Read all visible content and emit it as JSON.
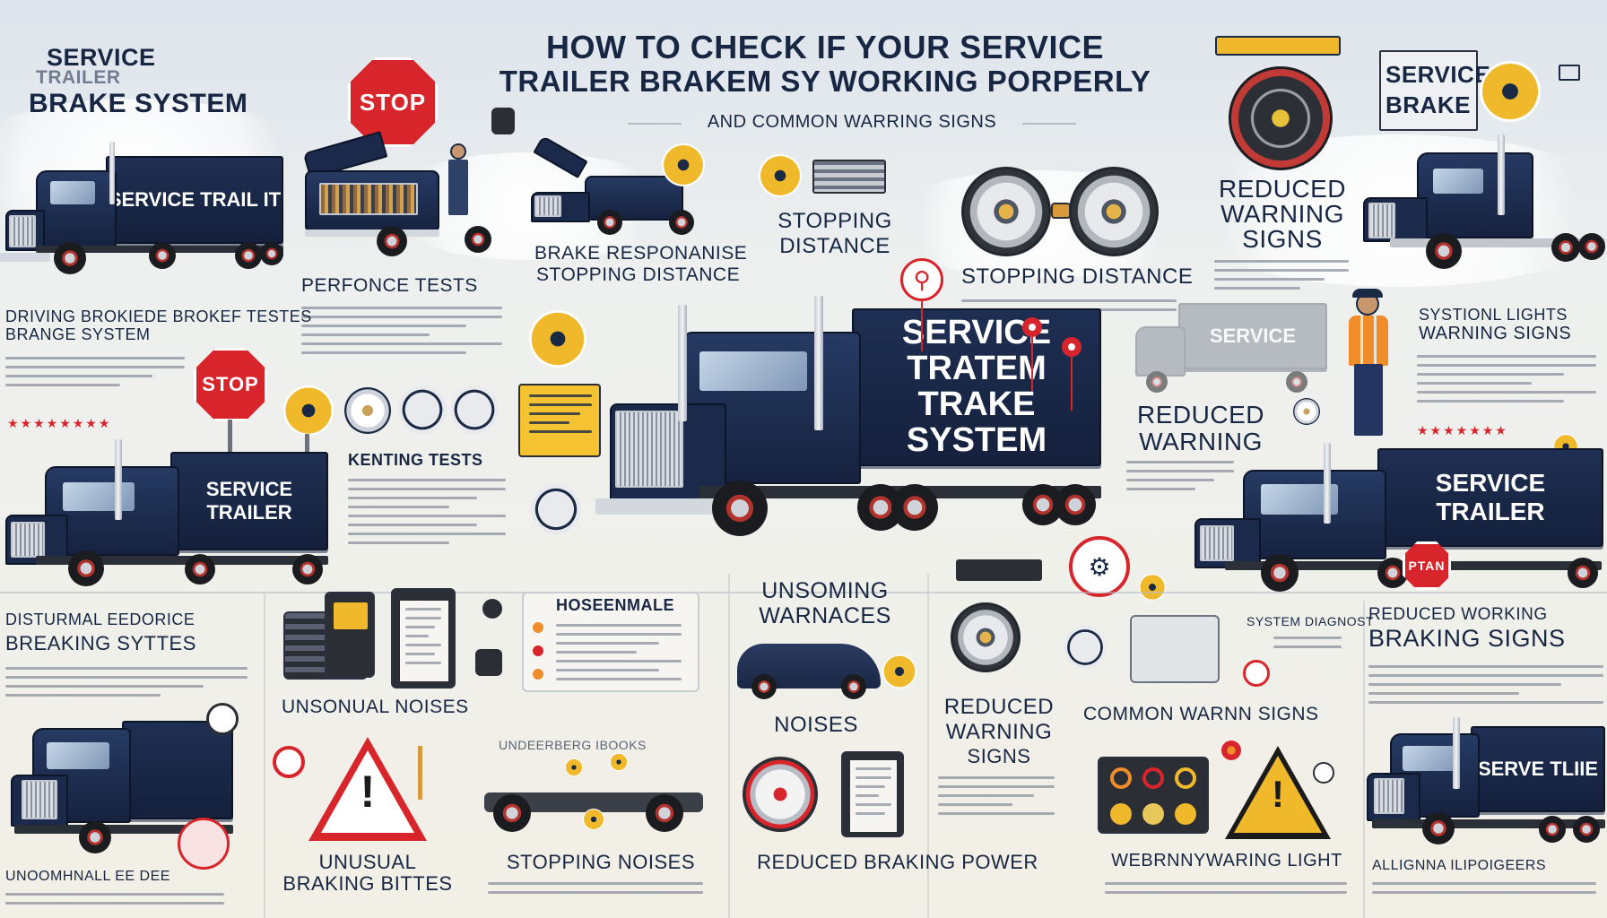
{
  "header": {
    "title_line1": "HOW TO CHECK IF YOUR SERVICE",
    "title_line2": "TRAILER BRAKEM SY WORKING PORPERLY",
    "subtitle": "AND COMMON WARRING SIGNS"
  },
  "top_left": {
    "line1": "SERVICE",
    "line2": "TRAILER",
    "line3": "BRAKE SYSTEM"
  },
  "top_right": {
    "line1": "SERVICE",
    "line2": "BRAKE"
  },
  "signs": {
    "stop": "STOP",
    "stop_small": "STOP",
    "ptan": "PTAN"
  },
  "trucks": {
    "t1": "SERVICE TRAIL IT",
    "t2_line1": "SERVICE TRATEM",
    "t2_line2": "TRAKE SYSTEM",
    "t3": "SERVICE TRAILER",
    "t4": "SERVICE TRAILER",
    "t5": "SERVE TLIIE",
    "ghost": "SERVICE"
  },
  "labels": {
    "perfonce_tests": "PERFONCE TESTS",
    "brake_responanise": "BRAKE RESPONANISE",
    "stopping_distance_a": "STOPPING DISTANCE",
    "stopping_line1": "STOPPING",
    "stopping_line2": "DISTANCE",
    "stopping_distance_b": "STOPPING DISTANCE",
    "reduced_line1": "REDUCED",
    "reduced_line2": "WARNING",
    "reduced_line3": "SIGNS",
    "left_tests_line1": "DRIVING BROKIEDE BROKEF TESTES",
    "left_tests_line2": "BRANGE SYSTEM",
    "kenting_tests": "KENTING TESTS",
    "systionl_line1": "SYSTIONL LIGHTS",
    "systionl_line2": "WARNING SIGNS",
    "reduced_mid_line1": "REDUCED",
    "reduced_mid_line2": "WARNING",
    "left_breaking_line1": "DISTURMAL EEDORICE",
    "left_breaking_line2": "BREAKING SYTTES",
    "unsonual_noises": "UNSONUAL NOISES",
    "hoseenmale": "HOSEENMALE",
    "unsoming_line1": "UNSOMING",
    "unsoming_line2": "WARNACES",
    "noises": "NOISES",
    "reduced_low_line1": "REDUCED",
    "reduced_low_line2": "WARNING",
    "reduced_low_line3": "SIGNS",
    "system_diag": "SYSTEM DIAGNOST",
    "common_warnn": "COMMON WARNN SIGNS",
    "braking_signs_line1": "REDUCED WORKING",
    "braking_signs_line2": "BRAKING SIGNS",
    "unusual_line1": "UNUSUAL",
    "unusual_line2": "BRAKING BITTES",
    "stopping_noises": "STOPPING NOISES",
    "reduced_braking_power": "REDUCED BRAKING POWER",
    "warning_light": "WEBRNNYWARING LIGHT",
    "bottom_left_caption": "UNOOMHNALL EE DEE",
    "bottom_right_caption": "ALLIGNNA ILIPOIGEERS",
    "small_caption": "UNDEERBERG IBOOKS"
  },
  "colors": {
    "navy": "#172743",
    "red": "#d8252b",
    "yellow": "#f0b82b",
    "orange": "#f08c2a"
  }
}
